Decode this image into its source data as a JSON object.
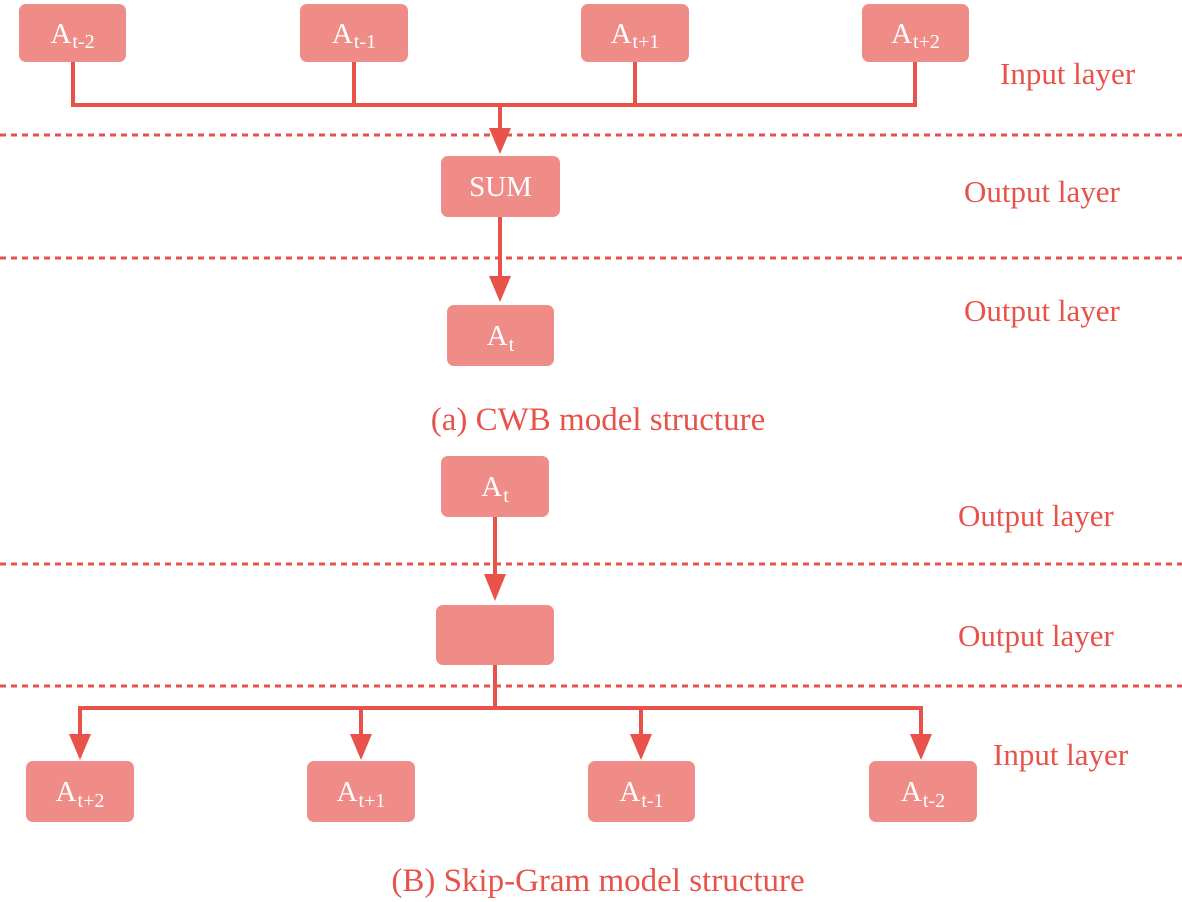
{
  "colors": {
    "line": "#e8524a",
    "node_fill": "#f08c88",
    "node_text": "#ffffff",
    "label": "#e8524a"
  },
  "cwb": {
    "inputs": [
      {
        "base": "A",
        "sub": "t-2"
      },
      {
        "base": "A",
        "sub": "t-1"
      },
      {
        "base": "A",
        "sub": "t+1"
      },
      {
        "base": "A",
        "sub": "t+2"
      }
    ],
    "sum_label": "SUM",
    "output": {
      "base": "A",
      "sub": "t"
    },
    "layer_labels": [
      "Input layer",
      "Output layer",
      "Output layer"
    ],
    "caption": "(a) CWB model structure"
  },
  "skipgram": {
    "input": {
      "base": "A",
      "sub": "t"
    },
    "hidden_label": "",
    "outputs": [
      {
        "base": "A",
        "sub": "t+2"
      },
      {
        "base": "A",
        "sub": "t+1"
      },
      {
        "base": "A",
        "sub": "t-1"
      },
      {
        "base": "A",
        "sub": "t-2"
      }
    ],
    "layer_labels": [
      "Output layer",
      "Output layer",
      "Input layer"
    ],
    "caption": "(B) Skip-Gram model structure"
  }
}
